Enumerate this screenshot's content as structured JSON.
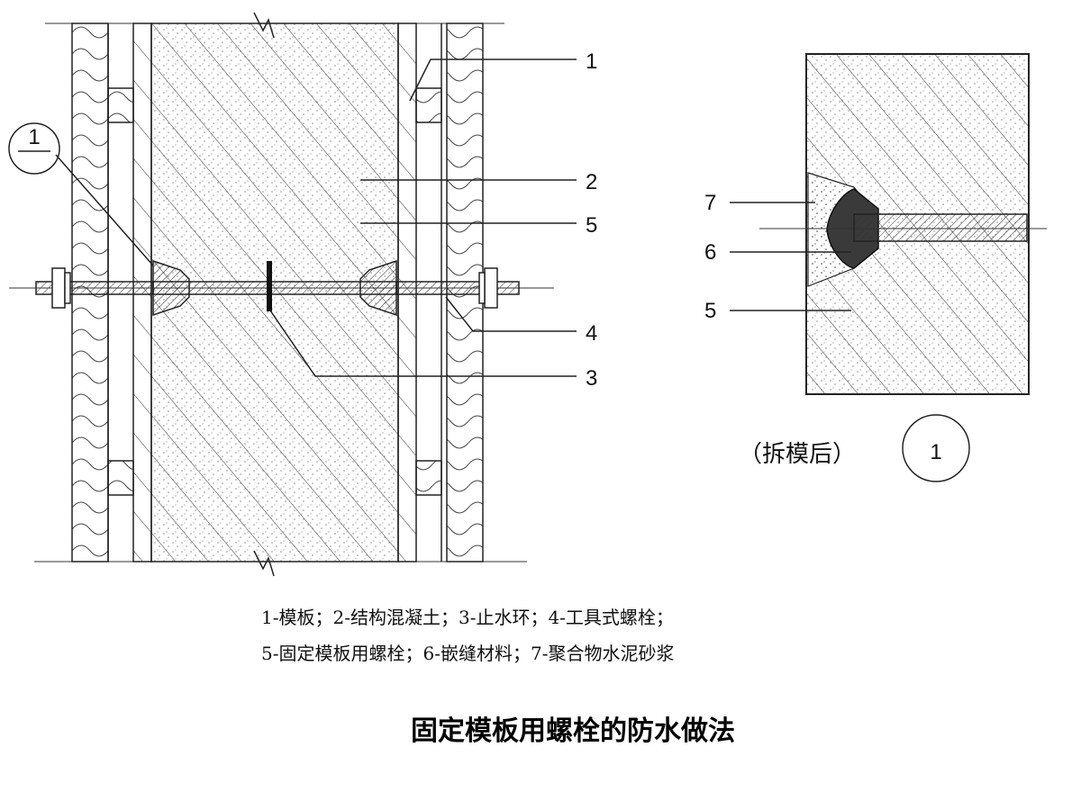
{
  "callouts_main": [
    "1",
    "2",
    "5",
    "4",
    "3"
  ],
  "callouts_detail": [
    "7",
    "6",
    "5"
  ],
  "section_marker": "1",
  "detail_caption": "（拆模后）",
  "detail_marker": "1",
  "legend": {
    "line1": "1-模板；2-结构混凝土；3-止水环；4-工具式螺栓；",
    "line2": "5-固定模板用螺栓；6-嵌缝材料；7-聚合物水泥砂浆"
  },
  "title": "固定模板用螺栓的防水做法"
}
